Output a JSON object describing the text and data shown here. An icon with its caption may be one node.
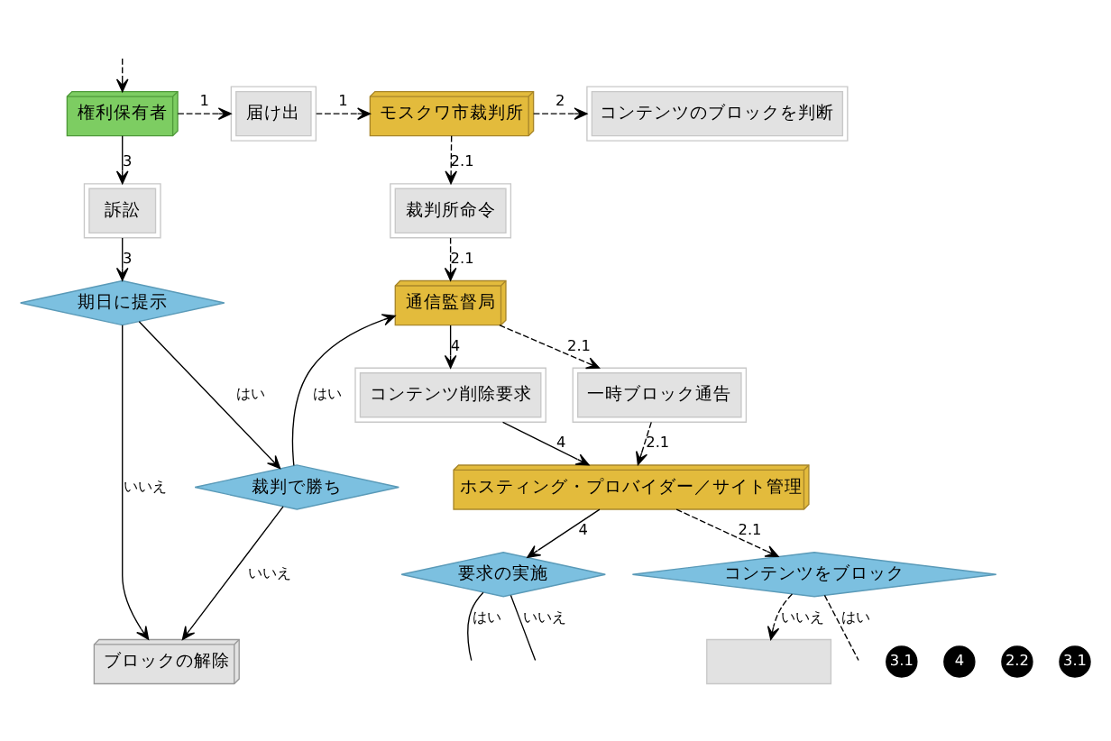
{
  "diagram": {
    "nodes": [
      {
        "text": [
          "権利保有者"
        ]
      },
      {
        "text": [
          "届け出"
        ]
      },
      {
        "text": [
          "モスクワ市裁判所"
        ]
      },
      {
        "text": [
          "コンテンツのブロックを判断"
        ]
      },
      {
        "text": [
          "裁判所命令"
        ]
      },
      {
        "text": [
          "訴訟"
        ]
      },
      {
        "text": [
          "通信監督局"
        ]
      },
      {
        "text": [
          "期日に提示"
        ]
      },
      {
        "text": [
          "一時ブロック通告"
        ]
      },
      {
        "text": [
          "コンテンツ削除要求"
        ]
      },
      {
        "text": [
          "裁判で勝ち"
        ]
      },
      {
        "text": [
          "ホスティング・プロバイダー／サイト管理"
        ]
      },
      {
        "text": [
          "コンテンツをブロック"
        ]
      },
      {
        "text": [
          "要求の実施"
        ]
      },
      {
        "text": [
          "ブロックの解除"
        ]
      },
      {
        "text": [],
        "shape": "box"
      }
    ],
    "edges": [
      {
        "from": null,
        "to": 0,
        "arrow": "to",
        "style": "dashed"
      },
      {
        "from": 0,
        "to": 1,
        "arrow": "to",
        "style": "dashed",
        "label": "1"
      },
      {
        "from": 1,
        "to": 2,
        "arrow": "to",
        "style": "dashed",
        "label": "1"
      },
      {
        "from": 2,
        "to": 3,
        "arrow": "to",
        "style": "dashed",
        "label": "2"
      },
      {
        "from": 2,
        "to": 4,
        "arrow": "to",
        "style": "dashed",
        "label": "2.1"
      },
      {
        "from": 4,
        "to": 6,
        "arrow": "to",
        "style": "dashed",
        "label": "2.1"
      },
      {
        "from": 0,
        "to": 5,
        "arrow": "to",
        "label": "3"
      },
      {
        "from": 5,
        "to": 7,
        "arrow": "to",
        "label": "3"
      },
      {
        "from": 7,
        "to": 10,
        "arrow": "to",
        "label": "はい"
      },
      {
        "from": 7,
        "to": 14,
        "arrow": "to",
        "label": "いいえ"
      },
      {
        "from": 10,
        "to": 6,
        "arrow": "to",
        "label": "はい"
      },
      {
        "from": 10,
        "to": 14,
        "arrow": "to",
        "label": "いいえ"
      },
      {
        "from": 6,
        "to": 9,
        "arrow": "to",
        "label": "4"
      },
      {
        "from": 6,
        "to": 8,
        "arrow": "to",
        "style": "dashed",
        "label": "2.1"
      },
      {
        "from": 8,
        "to": 11,
        "arrow": "to",
        "style": "dashed",
        "label": "2.1"
      },
      {
        "from": 9,
        "to": 11,
        "arrow": "to",
        "label": "4"
      },
      {
        "from": 11,
        "to": 13,
        "arrow": "to",
        "label": "4"
      },
      {
        "from": 11,
        "to": 12,
        "arrow": "to",
        "style": "dashed",
        "label": "2.1"
      },
      {
        "from": 12,
        "to": null,
        "arrow": "none",
        "style": "dashed",
        "label": "はい"
      },
      {
        "from": 12,
        "to": 15,
        "arrow": "to",
        "style": "dashed",
        "label": "いいえ"
      },
      {
        "from": 13,
        "to": null,
        "arrow": "none",
        "label": "はい"
      },
      {
        "from": 13,
        "to": null,
        "arrow": "none",
        "label": "いいえ"
      }
    ],
    "labels": [
      "3.1",
      "4",
      "2.2",
      "3.1"
    ]
  }
}
